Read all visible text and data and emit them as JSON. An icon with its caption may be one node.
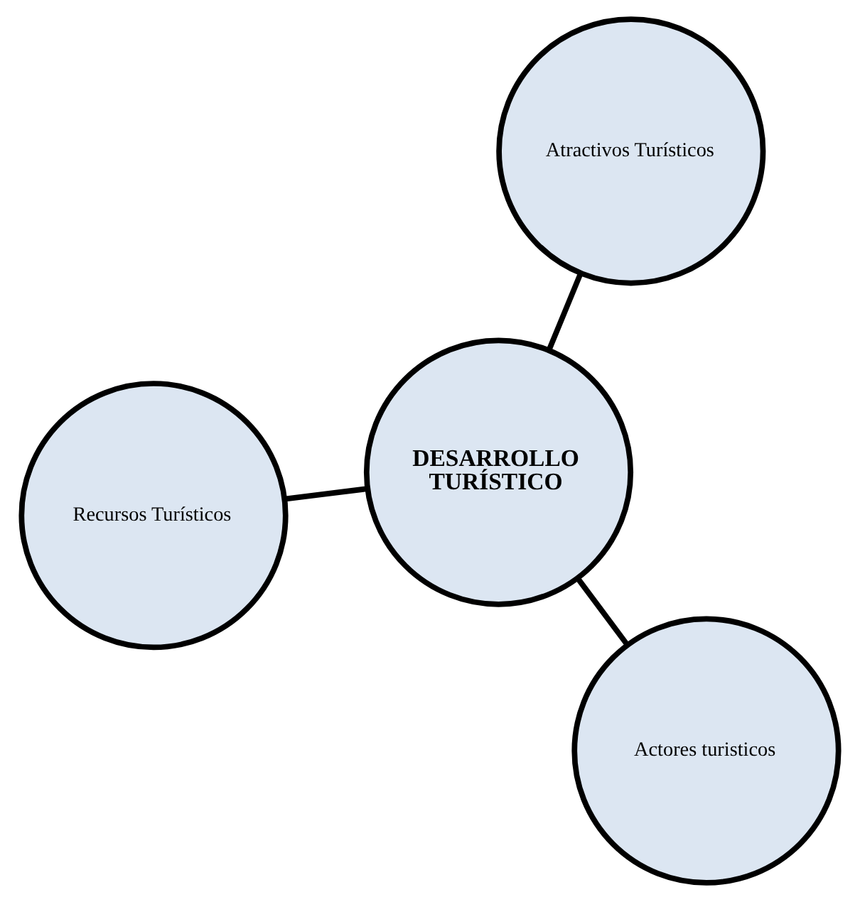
{
  "diagram": {
    "nodes": [
      {
        "text": [
          "Recursos Turísticos"
        ]
      },
      {
        "text": [
          "DESARROLLO TURÍSTICO"
        ]
      },
      {
        "text": [
          "Actores turisticos"
        ]
      },
      {
        "text": [
          "Atractivos Turísticos"
        ]
      }
    ],
    "edges": [
      {
        "from": 1,
        "to": 0,
        "arrow": "none"
      },
      {
        "from": 1,
        "to": 2,
        "arrow": "none"
      },
      {
        "from": 1,
        "to": 3,
        "arrow": "none"
      }
    ]
  }
}
